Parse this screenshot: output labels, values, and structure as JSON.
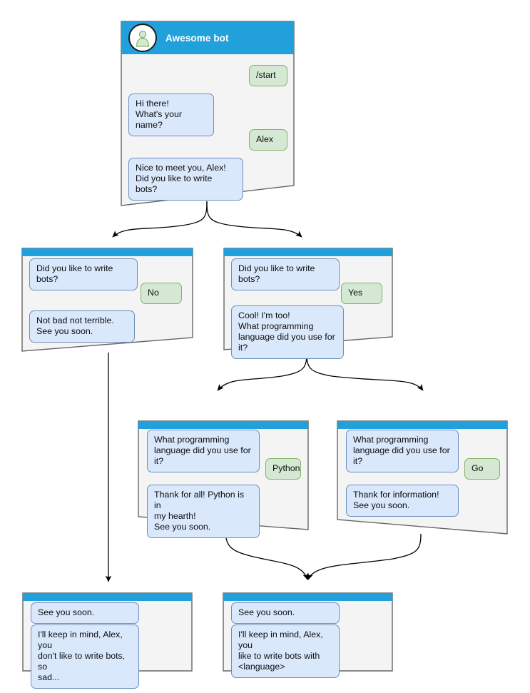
{
  "diagram": {
    "title": "Awesome bot conversation flow",
    "colors": {
      "header_blue": "#21a0dc",
      "card_background": "#f4f4f4",
      "card_border": "#666666",
      "bot_bubble_fill": "#dae8fc",
      "bot_bubble_border": "#6c8ebf",
      "user_bubble_fill": "#d5e8d4",
      "user_bubble_border": "#82b366",
      "edge_color": "#000000",
      "avatar_fill": "#d5e8d4",
      "avatar_border": "#82b366"
    }
  },
  "cards": [
    {
      "id": "start",
      "header": {
        "title": "Awesome bot",
        "avatar_icon": "person-avatar-icon",
        "show_avatar": true
      },
      "messages": [
        {
          "id": "m1",
          "side": "user",
          "text": "/start"
        },
        {
          "id": "m2",
          "side": "bot",
          "text": "Hi there!\nWhat's your name?"
        },
        {
          "id": "m3",
          "side": "user",
          "text": "Alex"
        },
        {
          "id": "m4",
          "side": "bot",
          "text": "Nice to meet you, Alex!\nDid you like to write bots?"
        }
      ]
    },
    {
      "id": "answer-no",
      "header": {
        "title": "",
        "show_avatar": false
      },
      "messages": [
        {
          "id": "m1",
          "side": "bot",
          "text": "Did you like to write bots?"
        },
        {
          "id": "m2",
          "side": "user",
          "text": "No"
        },
        {
          "id": "m3",
          "side": "bot",
          "text": "Not bad not terrible.\nSee you soon."
        }
      ]
    },
    {
      "id": "answer-yes",
      "header": {
        "title": "",
        "show_avatar": false
      },
      "messages": [
        {
          "id": "m1",
          "side": "bot",
          "text": "Did you like to write bots?"
        },
        {
          "id": "m2",
          "side": "user",
          "text": "Yes"
        },
        {
          "id": "m3",
          "side": "bot",
          "text": "Cool! I'm too!\nWhat programming\nlanguage did you use for it?"
        }
      ]
    },
    {
      "id": "answer-python",
      "header": {
        "title": "",
        "show_avatar": false
      },
      "messages": [
        {
          "id": "m1",
          "side": "bot",
          "text": "What programming\nlanguage did you use for it?"
        },
        {
          "id": "m2",
          "side": "user",
          "text": "Python"
        },
        {
          "id": "m3",
          "side": "bot",
          "text": "Thank for all! Python is in\nmy hearth!\nSee you soon."
        }
      ]
    },
    {
      "id": "answer-go",
      "header": {
        "title": "",
        "show_avatar": false
      },
      "messages": [
        {
          "id": "m1",
          "side": "bot",
          "text": "What programming\nlanguage did you use for it?"
        },
        {
          "id": "m2",
          "side": "user",
          "text": "Go"
        },
        {
          "id": "m3",
          "side": "bot",
          "text": "Thank for information!\nSee you soon."
        }
      ]
    },
    {
      "id": "end-sad",
      "header": {
        "title": "",
        "show_avatar": false
      },
      "messages": [
        {
          "id": "m1",
          "side": "bot",
          "text": "See you soon."
        },
        {
          "id": "m2",
          "side": "bot",
          "text": "I'll keep in mind, Alex, you\ndon't like to write bots, so\nsad..."
        }
      ]
    },
    {
      "id": "end-happy",
      "header": {
        "title": "",
        "show_avatar": false
      },
      "messages": [
        {
          "id": "m1",
          "side": "bot",
          "text": "See you soon."
        },
        {
          "id": "m2",
          "side": "bot",
          "text": "I'll keep in mind, Alex, you\nlike to write bots with\n<language>"
        }
      ]
    }
  ]
}
